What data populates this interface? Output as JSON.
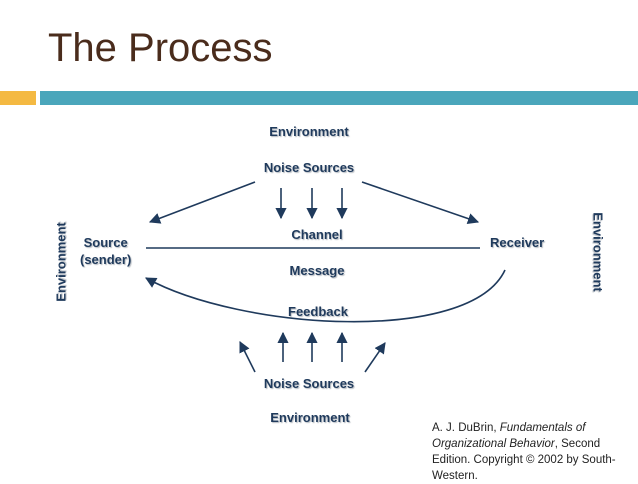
{
  "title": "The Process",
  "labels": {
    "environment_top": "Environment",
    "noise_sources_top": "Noise Sources",
    "channel": "Channel",
    "message": "Message",
    "feedback": "Feedback",
    "noise_sources_bottom": "Noise Sources",
    "environment_bottom": "Environment",
    "environment_left": "Environment",
    "environment_right": "Environment",
    "source_line1": "Source",
    "source_line2": "(sender)",
    "receiver": "Receiver"
  },
  "citation": {
    "author": "A. J. DuBrin, ",
    "book": "Fundamentals of Organizational Behavior",
    "rest": ", Second Edition. Copyright © 2002 by South-Western."
  },
  "colors": {
    "title": "#4a2c1c",
    "accent_orange": "#f4b942",
    "accent_teal": "#4aa6bb",
    "label": "#1f3a5c",
    "arrow": "#1f3a5c"
  }
}
